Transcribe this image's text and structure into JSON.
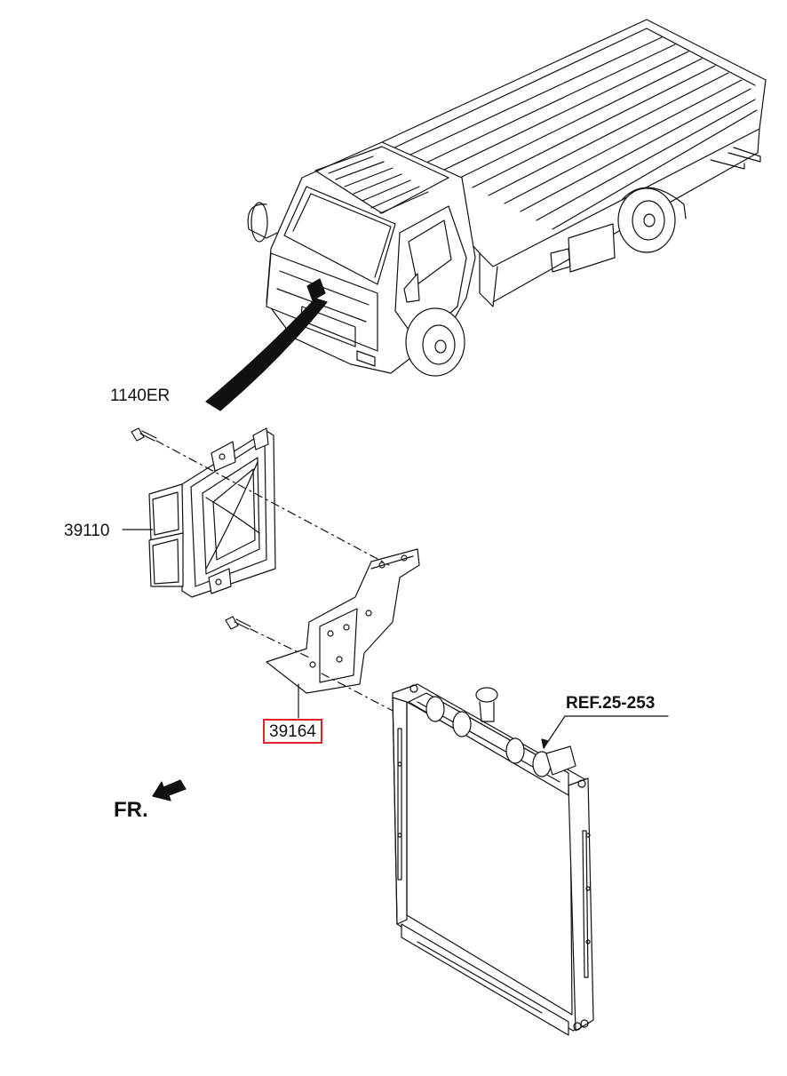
{
  "labels": {
    "bolt_upper": "1140ER",
    "ecu": "39110",
    "bracket": "39164",
    "reference": "REF.25-253",
    "front": "FR."
  },
  "highlight": {
    "part": "39164",
    "color": "#e0232b"
  },
  "icons": [
    "truck",
    "ecu-module",
    "bolt",
    "mounting-bracket",
    "radiator",
    "front-direction-arrow"
  ]
}
